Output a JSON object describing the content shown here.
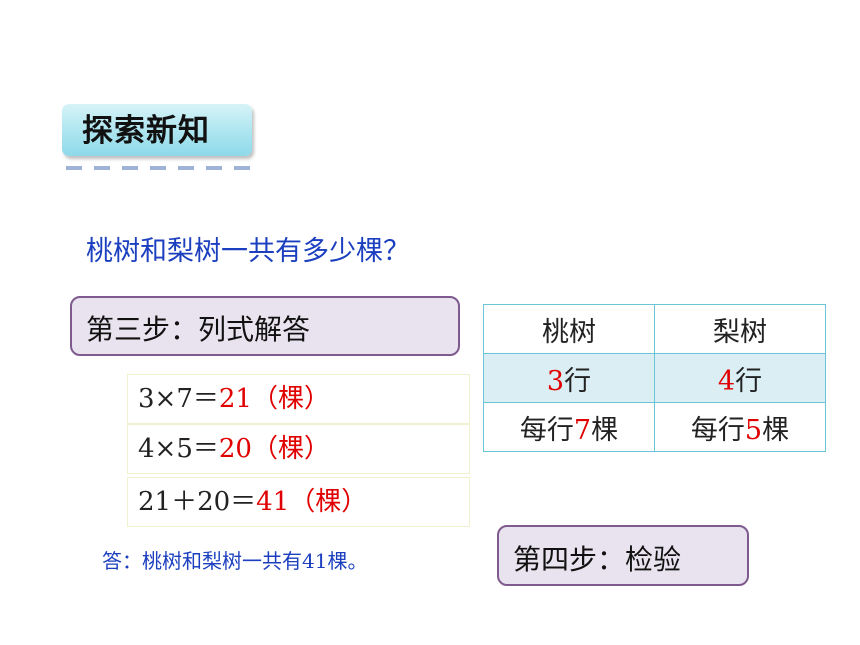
{
  "section_title": "探索新知",
  "question": "桃树和梨树一共有多少棵？",
  "step3_label": "第三步：列式解答",
  "equations": [
    {
      "expr": "3×7＝",
      "result": "21",
      "unit": "（棵）"
    },
    {
      "expr": "4×5＝",
      "result": "20",
      "unit": "（棵）"
    },
    {
      "expr": "21＋20＝",
      "result": "41",
      "unit": "（棵）"
    }
  ],
  "answer": "答：桃树和梨树一共有41棵。",
  "step4_label": "第四步：检验",
  "table": {
    "headers": [
      "桃树",
      "梨树"
    ],
    "rows_count": [
      {
        "num": "3",
        "suffix": "行"
      },
      {
        "num": "4",
        "suffix": "行"
      }
    ],
    "per_row": [
      {
        "prefix": "每行",
        "num": "7",
        "suffix": "棵"
      },
      {
        "prefix": "每行",
        "num": "5",
        "suffix": "棵"
      }
    ]
  },
  "colors": {
    "highlight": "#e00000",
    "question_text": "#1b3fbf",
    "badge": "#a8e4ef"
  }
}
